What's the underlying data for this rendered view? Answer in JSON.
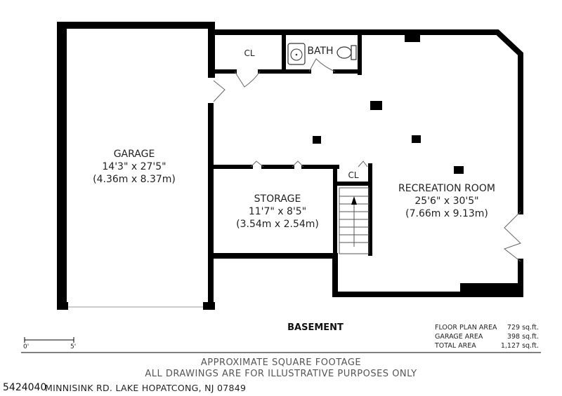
{
  "rooms": {
    "garage": {
      "name": "GARAGE",
      "dim_imperial": "14'3\" x 27'5\"",
      "dim_metric": "(4.36m x 8.37m)"
    },
    "storage": {
      "name": "STORAGE",
      "dim_imperial": "11'7\" x 8'5\"",
      "dim_metric": "(3.54m x 2.54m)"
    },
    "recreation": {
      "name": "RECREATION ROOM",
      "dim_imperial": "25'6\" x 30'5\"",
      "dim_metric": "(7.66m x 9.13m)"
    },
    "closet_top": {
      "name": "CL"
    },
    "closet_stairs": {
      "name": "CL"
    },
    "bath": {
      "name": "BATH"
    }
  },
  "floor_title": "BASEMENT",
  "areas": [
    {
      "label": "FLOOR PLAN AREA",
      "value": "729 sq.ft."
    },
    {
      "label": "GARAGE AREA",
      "value": "398 sq.ft."
    },
    {
      "label": "TOTAL AREA",
      "value": "1,127 sq.ft."
    }
  ],
  "scale": {
    "start": "0'",
    "end": "5'"
  },
  "footer": {
    "line1": "APPROXIMATE SQUARE FOOTAGE",
    "line2": "ALL DRAWINGS ARE FOR ILLUSTRATIVE PURPOSES ONLY",
    "address": "MINNISINK RD. LAKE HOPATCONG, NJ 07849",
    "mls_id": "5424040"
  }
}
